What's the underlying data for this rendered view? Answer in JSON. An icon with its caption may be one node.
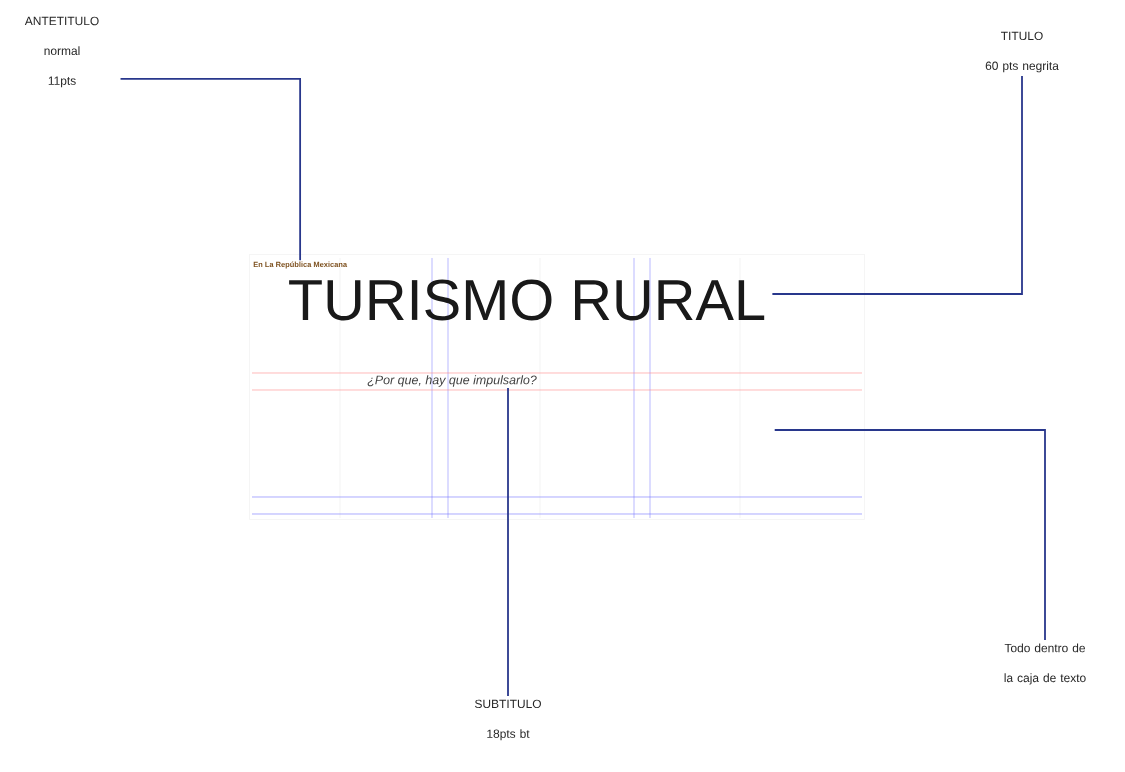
{
  "diagram": {
    "nodes": [
      {
        "text": [
          "ANTETITULO",
          "normal",
          "11pts"
        ]
      },
      {
        "text": [
          "TITULO",
          "60 pts negrita"
        ]
      },
      {
        "text": [],
        "shape": "box"
      },
      {
        "text": [
          "En La República Mexicana"
        ],
        "in": 2
      },
      {
        "text": [
          "TURISMO RURAL"
        ],
        "in": 2
      },
      {
        "text": [
          "¿Por que, hay que impulsarlo?"
        ],
        "in": 2
      },
      {
        "text": [
          "SUBTITULO",
          "18pts bt"
        ]
      },
      {
        "text": [
          "Todo dentro de la caja de texto"
        ]
      }
    ],
    "edges": [
      {
        "from": 0,
        "to": 3,
        "arrow": "none"
      },
      {
        "from": 1,
        "to": 4,
        "arrow": "none"
      },
      {
        "from": 6,
        "to": 5,
        "arrow": "none"
      },
      {
        "from": 7,
        "to": 2,
        "arrow": "none"
      }
    ]
  }
}
